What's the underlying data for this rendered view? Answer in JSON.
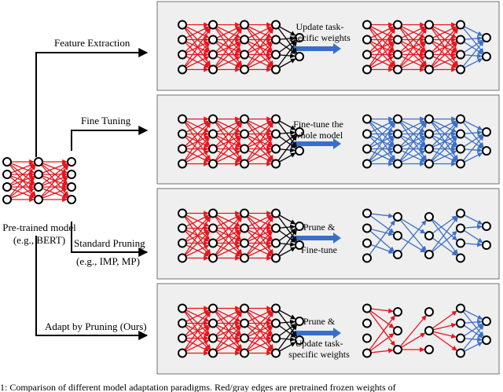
{
  "pretrained": {
    "line1": "Pre-trained model",
    "line2": "(e.g., BERT)"
  },
  "branches": {
    "feature_extraction": "Feature Extraction",
    "fine_tuning": "Fine Tuning",
    "standard_pruning": {
      "line1": "Standard Pruning",
      "line2": "(e.g., IMP, MP)"
    },
    "adapt_by_pruning": "Adapt by Pruning (Ours)"
  },
  "panels": [
    {
      "line1": "Update task-",
      "line2": "specific weights"
    },
    {
      "line1": "Fine-tune the",
      "line2": "whole model"
    },
    {
      "line1": "Prune &",
      "line2": "Fine-tune"
    },
    {
      "line1": "Prune &",
      "line2": "Update task-",
      "line3": "specific weights"
    }
  ],
  "caption": "1: Comparison of different model adaptation paradigms. Red/gray edges are pretrained frozen weights of",
  "colors": {
    "pretrained_edge": "#e8141c",
    "task_edge": "#000000",
    "tuned_edge": "#3a6fc9",
    "flow_arrow": "#3a6fc9",
    "panel_bg": "#efefef",
    "panel_border": "#707070"
  }
}
